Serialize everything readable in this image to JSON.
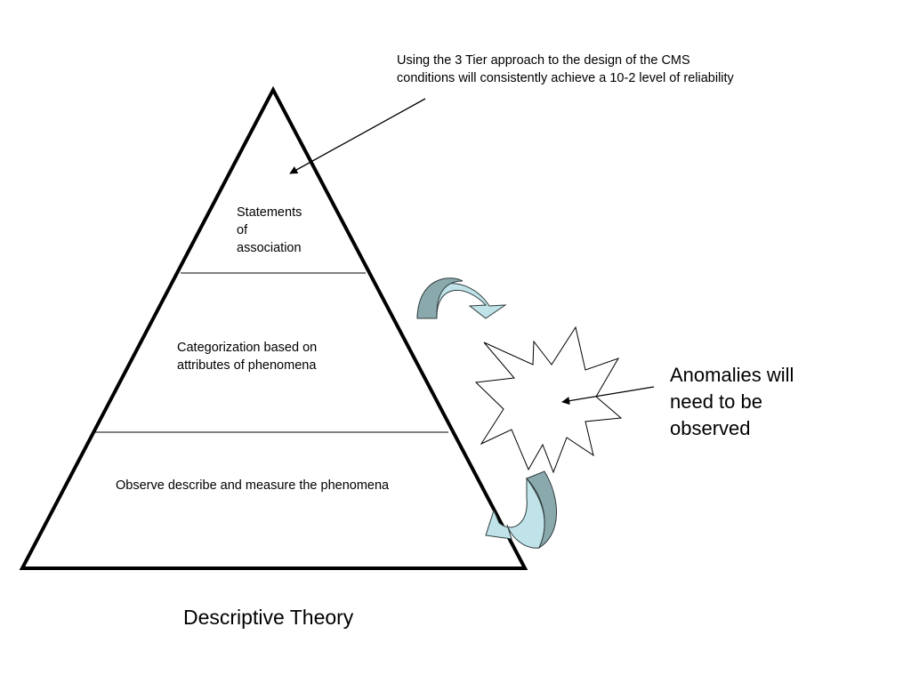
{
  "diagram": {
    "top_note": {
      "line1": "Using the 3 Tier approach to the design of the CMS",
      "line2": "conditions will consistently achieve a 10-2 level of  reliability"
    },
    "tiers": {
      "top": {
        "line1": "Statements",
        "line2": "of",
        "line3": "association"
      },
      "middle": {
        "line1": "Categorization based on",
        "line2": "attributes of phenomena"
      },
      "bottom": {
        "line1": "Observe describe and measure the phenomena"
      }
    },
    "anomalies_note": {
      "line1": "Anomalies will",
      "line2": "need to be",
      "line3": "observed"
    },
    "caption": "Descriptive Theory"
  },
  "colors": {
    "stroke": "#000000",
    "background": "#ffffff",
    "curved_arrow_light": "#bfe3e8",
    "curved_arrow_dark": "#8aa9ad",
    "curved_arrow_edge": "#2f3b3d"
  }
}
